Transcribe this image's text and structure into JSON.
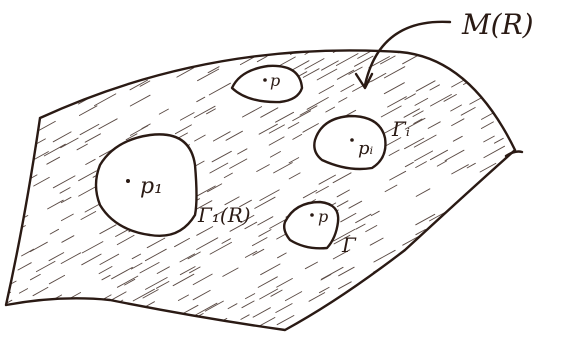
{
  "figure": {
    "labels": {
      "manifold": "M(R)",
      "hole_p1": "p₁",
      "boundary_1": "Γ₁(R)",
      "hole_top": "p",
      "hole_pi": "pᵢ",
      "boundary_i": "Γᵢ",
      "hole_bottom": "p",
      "boundary_bottom": "Γ"
    },
    "colors": {
      "ink": "#2a1a14",
      "paper": "#ffffff"
    }
  }
}
